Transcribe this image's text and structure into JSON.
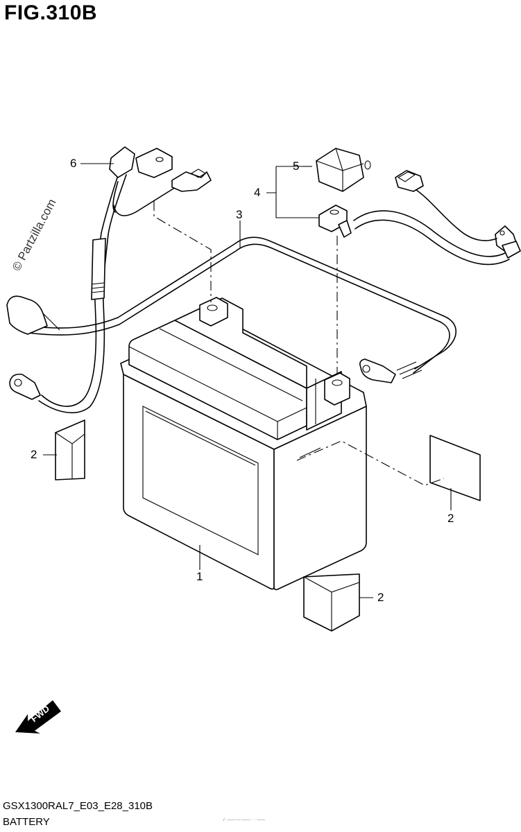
{
  "figure": {
    "title": "FIG.310B",
    "watermark": "© Partzilla.com",
    "code": "GSX1300RAL7_E03_E28_310B",
    "name": "BATTERY",
    "small_print": "·/· ——·— —— · · ——"
  },
  "callouts": {
    "c1": "1",
    "c2a": "2",
    "c2b": "2",
    "c2c": "2",
    "c3": "3",
    "c4": "4",
    "c5": "5",
    "c6": "6"
  },
  "fwd_label": "FWD"
}
